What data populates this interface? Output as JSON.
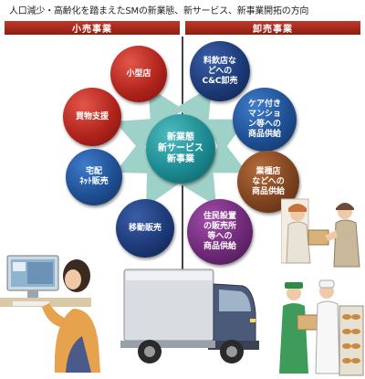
{
  "title": "人口減少・高齢化を踏まえたSMの新業態、新サービス、新事業開拓の方向",
  "headers": {
    "retail": "小売事業",
    "wholesale": "卸売事業"
  },
  "center": "新業態\n新サービス\n新事業",
  "retail_items": [
    {
      "label": "小型店"
    },
    {
      "label": "買物支援"
    },
    {
      "label": "宅配\nﾈｯﾄ販売"
    },
    {
      "label": "移動販売"
    }
  ],
  "wholesale_items": [
    {
      "label": "料飲店な\nどへの\nC&C卸売"
    },
    {
      "label": "ケア付き\nマンショ\nン等への\n商品供給"
    },
    {
      "label": "業種店\nなどへの\n商品供給"
    },
    {
      "label": "住民設置\nの販売所\n等への\n商品供給"
    }
  ],
  "colors": {
    "header": "#a8281b",
    "arrow": "#9ed1c8",
    "center": "#1b8a90"
  }
}
